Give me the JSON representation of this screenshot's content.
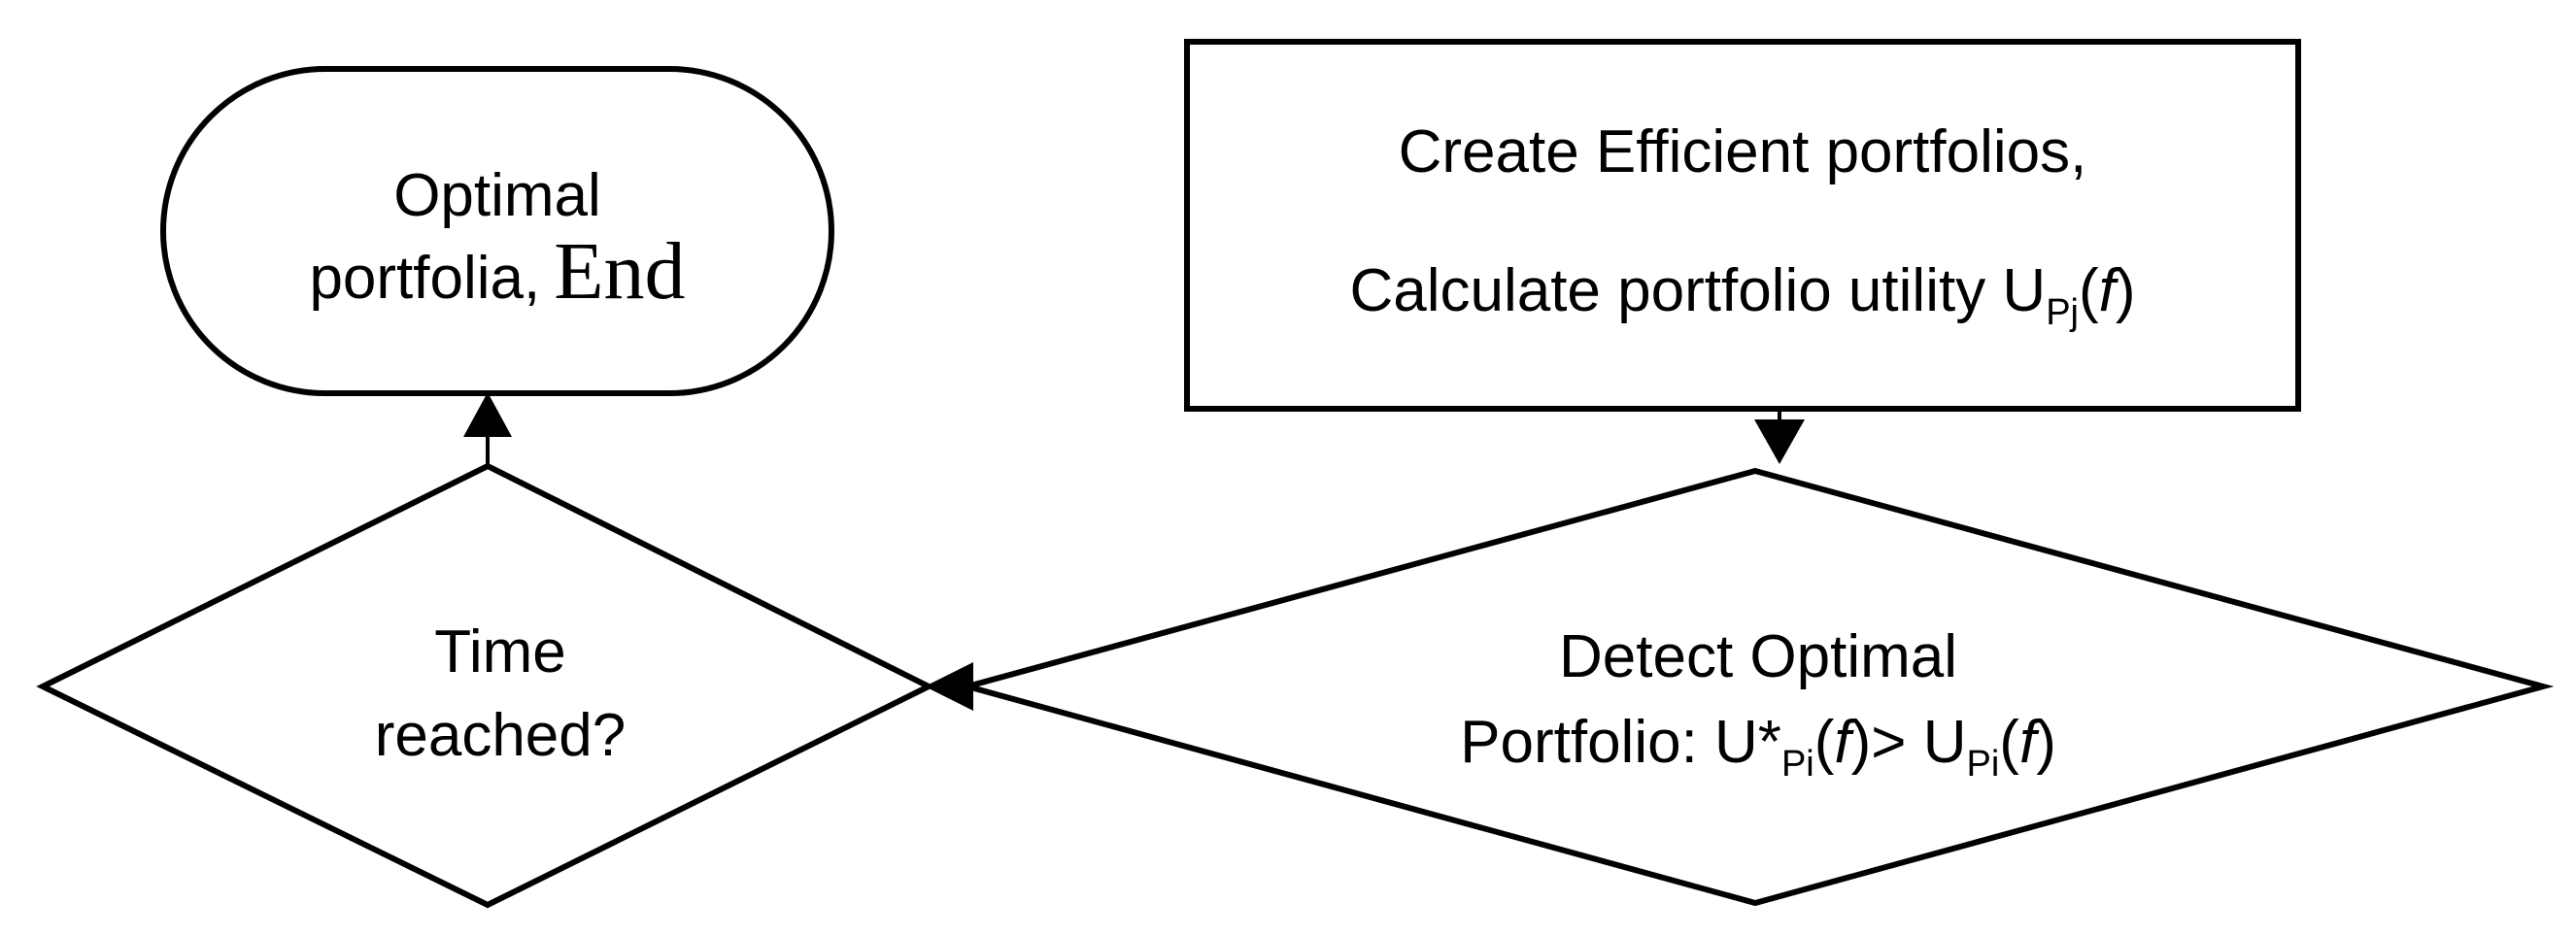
{
  "nodes": {
    "terminal": {
      "line1": "Optimal",
      "line2": "portfolia,",
      "line2_end": "End"
    },
    "process": {
      "line1": "Create Efficient portfolios,",
      "line2_prefix": "Calculate portfolio utility U",
      "line2_sub": "Pj",
      "line2_open": "(",
      "line2_f": "f",
      "line2_close": ")"
    },
    "decision_detect": {
      "line1": "Detect Optimal",
      "line2_prefix": "Portfolio: U*",
      "line2_sub1": "Pi",
      "line2_open1": "(",
      "line2_f1": "f",
      "line2_mid": ")> U",
      "line2_sub2": "Pi",
      "line2_open2": "(",
      "line2_f2": "f",
      "line2_close2": ")"
    },
    "decision_time": {
      "line1": "Time",
      "line2": "reached?"
    }
  }
}
